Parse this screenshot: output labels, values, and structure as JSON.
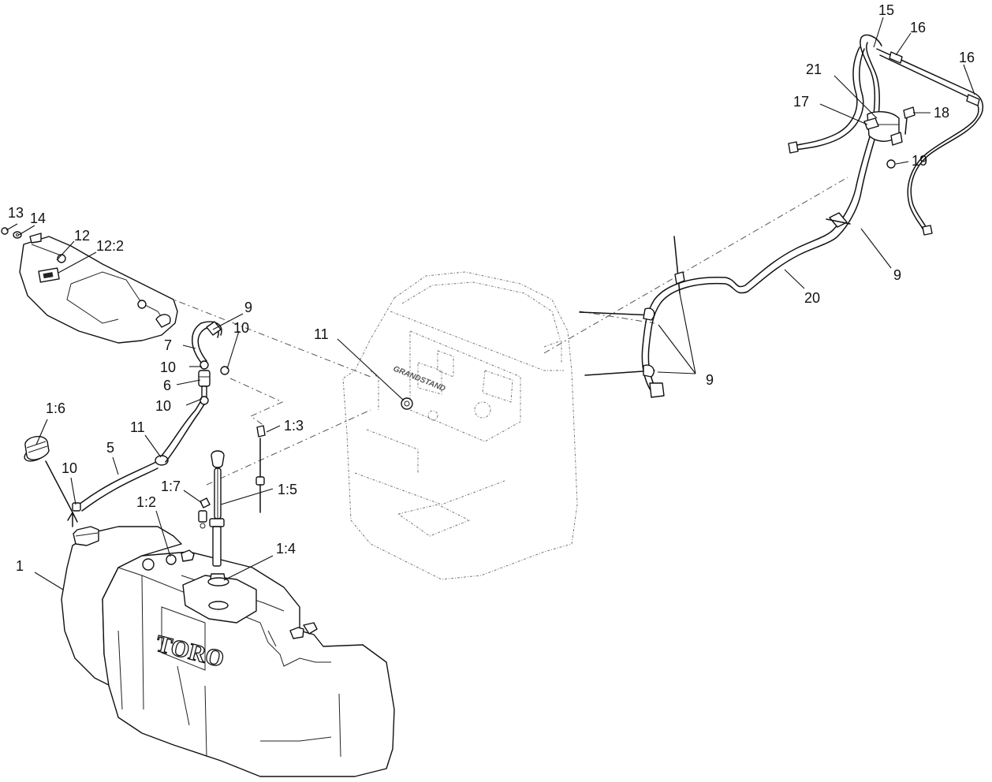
{
  "brand_marks": {
    "tank_logo": "TORO",
    "console_logo": "GRANDSTAND"
  },
  "callouts": [
    {
      "id": "c15",
      "text": "15"
    },
    {
      "id": "c16a",
      "text": "16"
    },
    {
      "id": "c16b",
      "text": "16"
    },
    {
      "id": "c21",
      "text": "21"
    },
    {
      "id": "c17",
      "text": "17"
    },
    {
      "id": "c18",
      "text": "18"
    },
    {
      "id": "c19",
      "text": "19"
    },
    {
      "id": "c9a",
      "text": "9"
    },
    {
      "id": "c20",
      "text": "20"
    },
    {
      "id": "c9b",
      "text": "9"
    },
    {
      "id": "c13",
      "text": "13"
    },
    {
      "id": "c14",
      "text": "14"
    },
    {
      "id": "c12",
      "text": "12"
    },
    {
      "id": "c12_2",
      "text": "12:2"
    },
    {
      "id": "c9c",
      "text": "9"
    },
    {
      "id": "c7",
      "text": "7"
    },
    {
      "id": "c10a",
      "text": "10"
    },
    {
      "id": "c10b",
      "text": "10"
    },
    {
      "id": "c6",
      "text": "6"
    },
    {
      "id": "c10c",
      "text": "10"
    },
    {
      "id": "c11a",
      "text": "11"
    },
    {
      "id": "c1_3",
      "text": "1:3"
    },
    {
      "id": "c1_6",
      "text": "1:6"
    },
    {
      "id": "c11b",
      "text": "11"
    },
    {
      "id": "c5",
      "text": "5"
    },
    {
      "id": "c10d",
      "text": "10"
    },
    {
      "id": "c1_7",
      "text": "1:7"
    },
    {
      "id": "c1_5",
      "text": "1:5"
    },
    {
      "id": "c1_2",
      "text": "1:2"
    },
    {
      "id": "c1_4",
      "text": "1:4"
    },
    {
      "id": "c1",
      "text": "1"
    }
  ]
}
